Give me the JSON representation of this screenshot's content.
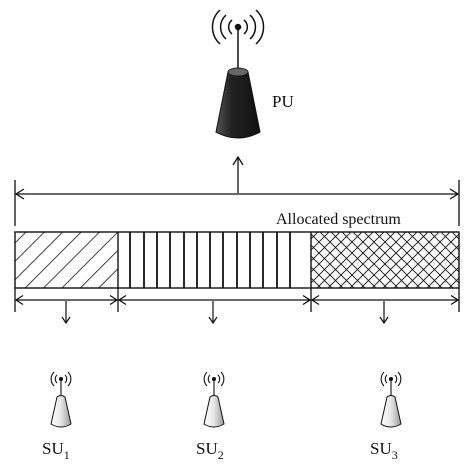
{
  "primary_user": {
    "label": "PU",
    "icon": "antenna-tower-icon"
  },
  "spectrum": {
    "label": "Allocated spectrum",
    "bands": [
      {
        "pattern": "diagonal-hatch"
      },
      {
        "pattern": "vertical-lines"
      },
      {
        "pattern": "crosshatch"
      }
    ]
  },
  "secondary_users": [
    {
      "base": "SU",
      "sub": "1",
      "icon": "antenna-icon"
    },
    {
      "base": "SU",
      "sub": "2",
      "icon": "antenna-icon"
    },
    {
      "base": "SU",
      "sub": "3",
      "icon": "antenna-icon"
    }
  ]
}
